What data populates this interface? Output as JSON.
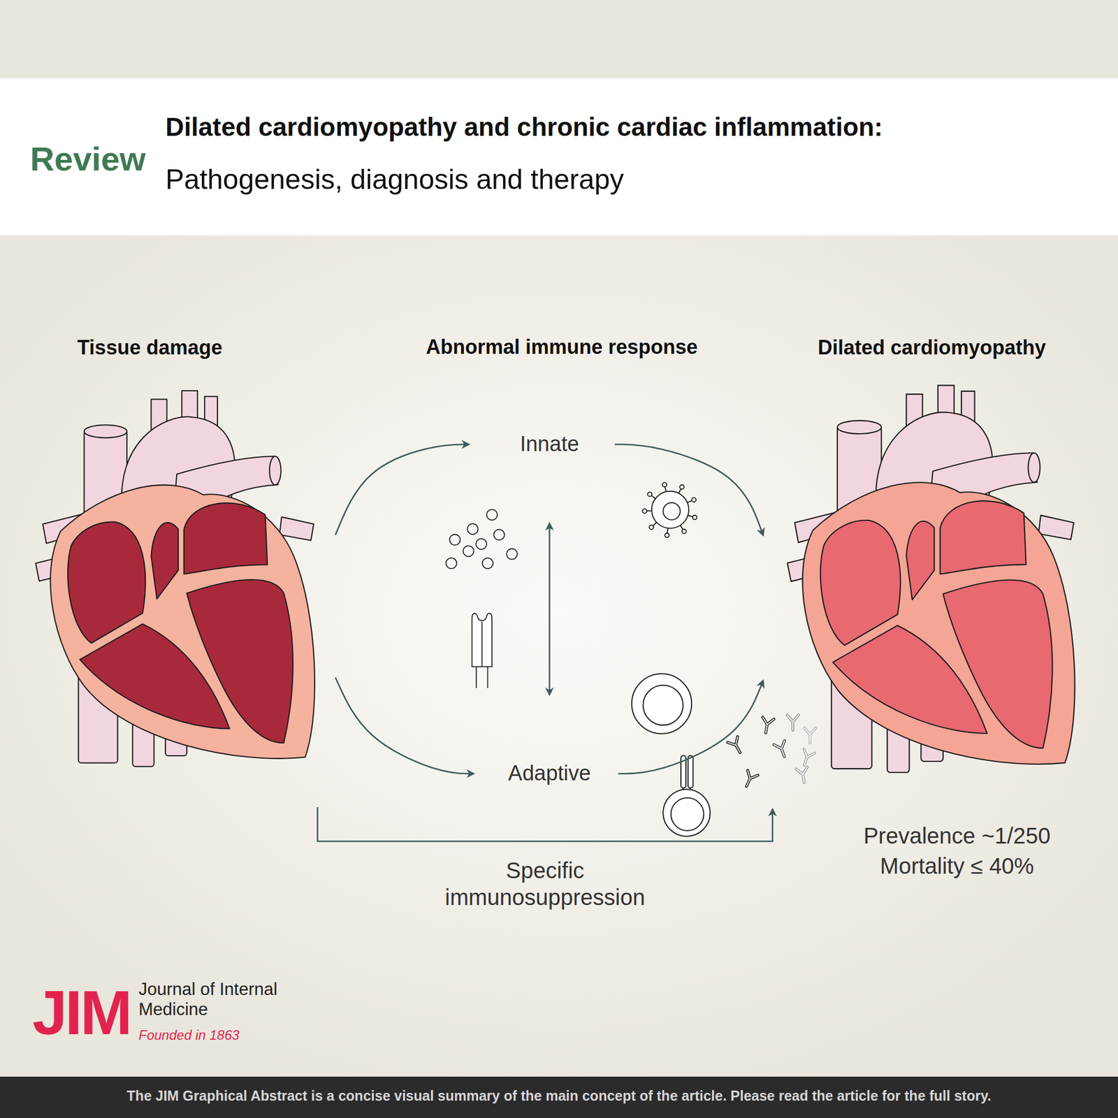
{
  "diagram": {
    "title": "Dilated cardiomyopathy and chronic cardiac inflammation:",
    "nodes": [
      {
        "text": [
          "Tissue damage"
        ]
      },
      {
        "text": [
          "Innate"
        ]
      },
      {
        "text": [
          "Adaptive"
        ]
      },
      {
        "text": [
          "Dilated cardiomyopathy"
        ]
      }
    ],
    "edges": [
      {
        "from": 0,
        "to": 1,
        "arrow": "to"
      },
      {
        "from": 1,
        "to": 3,
        "arrow": "to"
      },
      {
        "from": 0,
        "to": 2,
        "arrow": "to"
      },
      {
        "from": 2,
        "to": 3,
        "arrow": "to"
      },
      {
        "from": 1,
        "to": 2,
        "arrow": "both"
      },
      {
        "from": 0,
        "to": 3,
        "label": "Specific immunosuppression",
        "arrow": "to"
      }
    ],
    "labels": [
      "Pathogenesis, diagnosis and therapy",
      "Review",
      "Abnormal immune response",
      "Prevalence ~1/250",
      "Mortality ≤ 40%",
      "JIM",
      "Journal of Internal Medicine",
      "Founded in 1863",
      "The JIM Graphical Abstract is a concise visual summary of the main concept of the article. Please read the article for the full story."
    ]
  }
}
